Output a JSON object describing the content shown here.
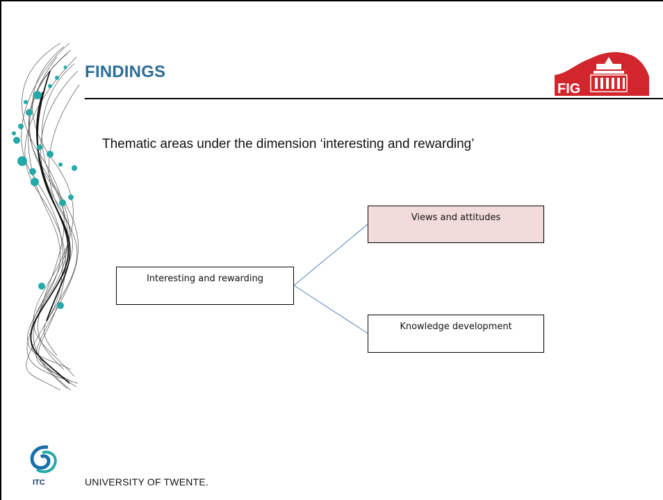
{
  "slide": {
    "title": "FINDINGS",
    "subtitle": "Thematic areas under the dimension ‘interesting and rewarding’"
  },
  "diagram": {
    "root": "Interesting and rewarding",
    "children": [
      "Views and attitudes",
      "Knowledge development"
    ]
  },
  "logos": {
    "fig_text": "FIG",
    "itc_text": "ITC"
  },
  "footer": {
    "university": "UNIVERSITY OF TWENTE."
  },
  "colors": {
    "title": "#2b6d98",
    "connector": "#4f81bd",
    "views_fill": "#f2dcdb",
    "fig_red": "#d0262c",
    "deco_dots": "#22a9a8"
  }
}
